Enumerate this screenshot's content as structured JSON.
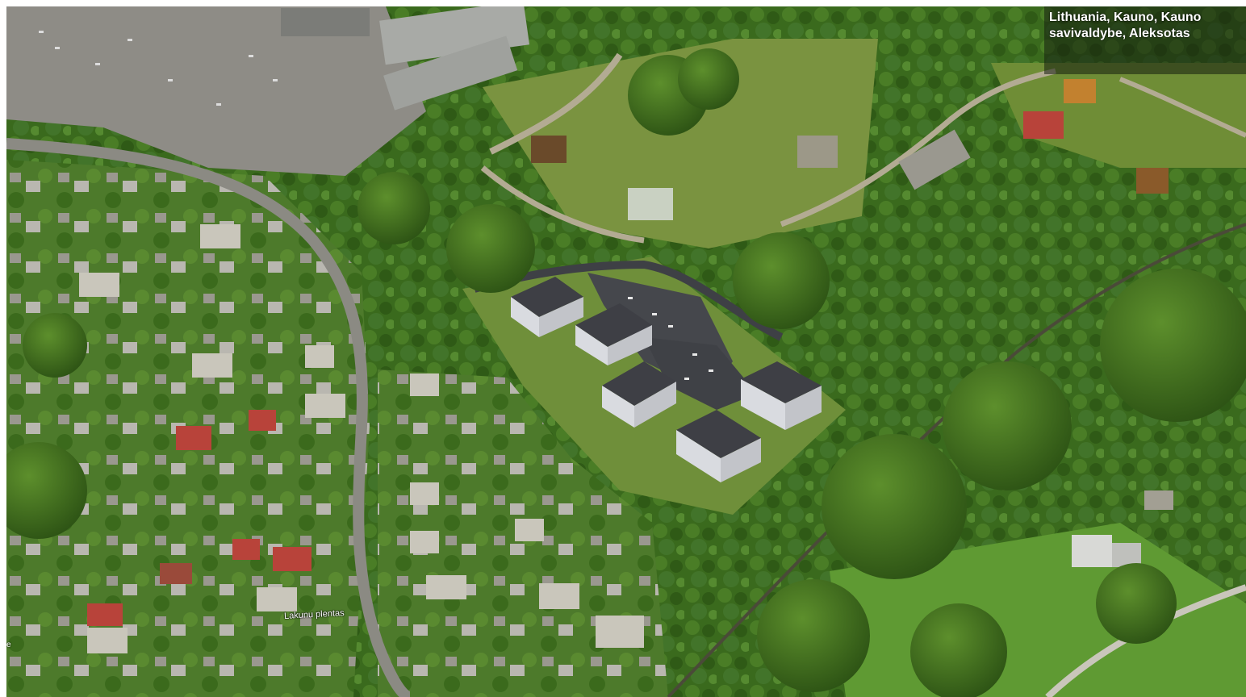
{
  "map": {
    "location_label_line1": "Lithuania, Kauno, Kauno",
    "location_label_line2": "savivaldybe, Aleksotas",
    "road_label": "Lakunu plentas",
    "edge_label": "e"
  },
  "colors": {
    "forest": "#355f1c",
    "meadow": "#6c8f3a",
    "road": "#8d8a80",
    "building_roof": "#3e3f45",
    "building_wall": "#d9dbe0",
    "roof_red": "#b8433a"
  }
}
